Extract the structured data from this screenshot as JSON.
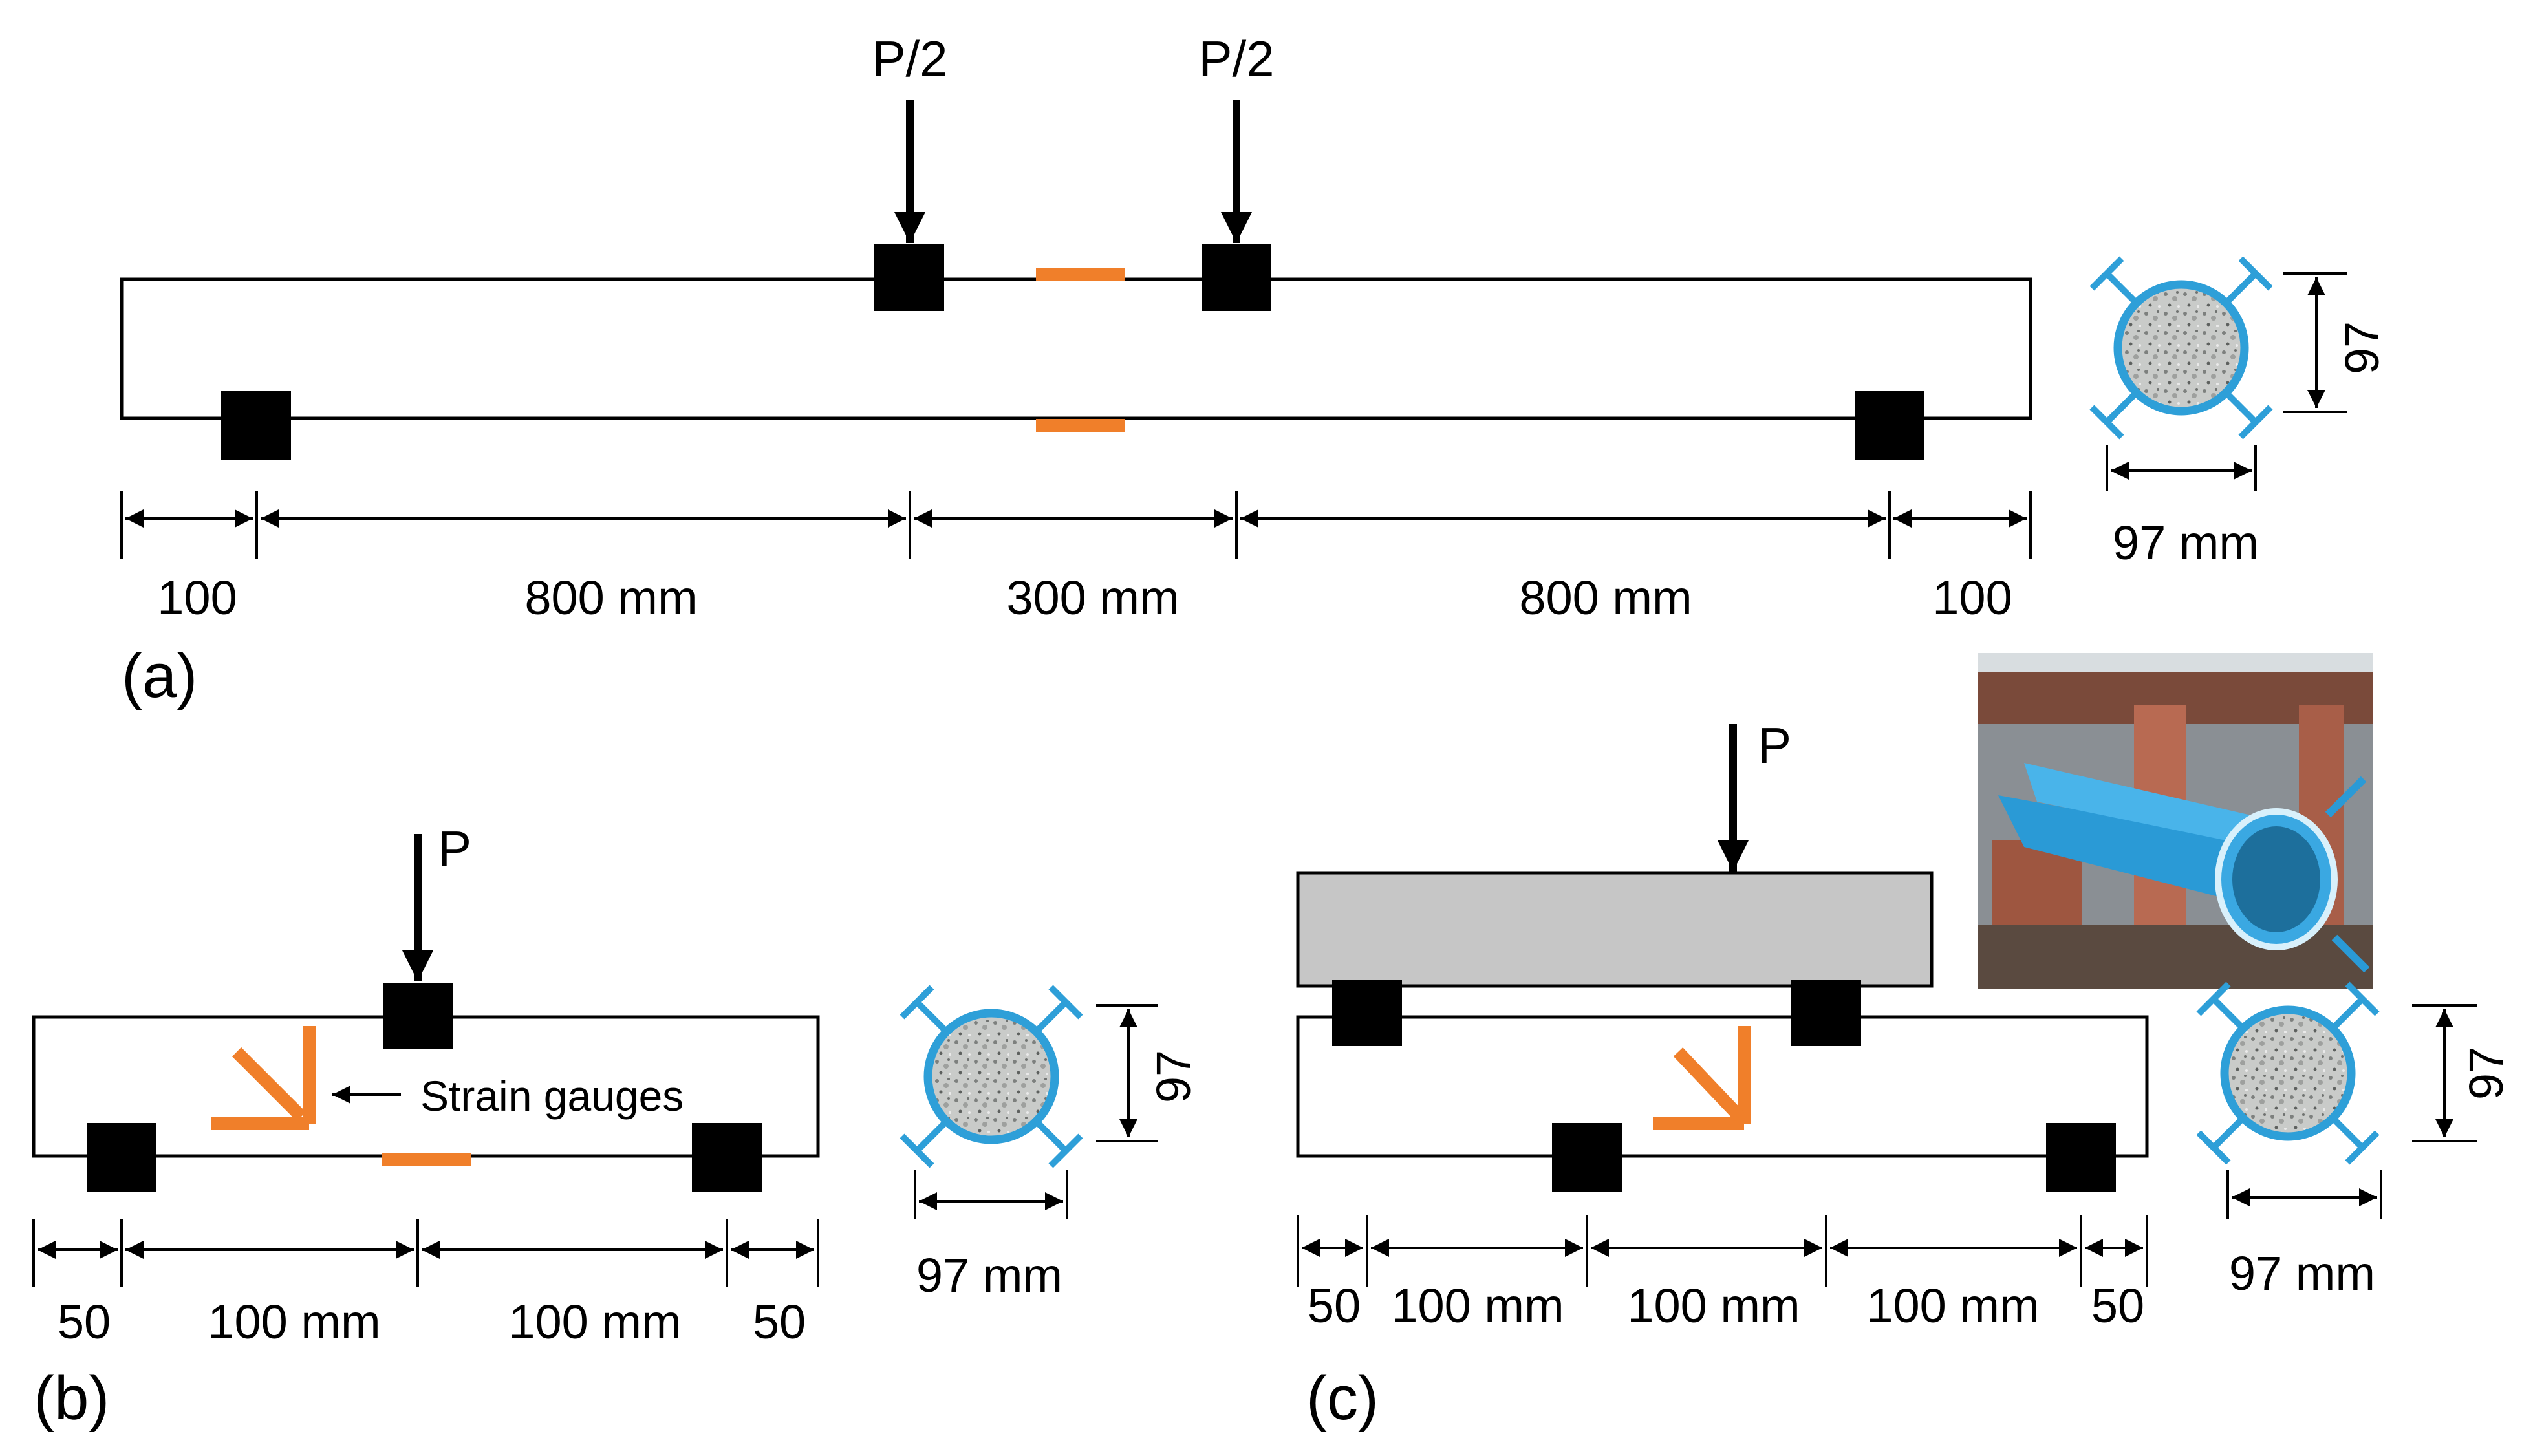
{
  "colors": {
    "line": "#000000",
    "gauge": "#f07f2a",
    "tube": "#2e9fd8",
    "core": "#c6c8c6",
    "loading_plate": "#c6c6c6"
  },
  "panel_a": {
    "label": "(a)",
    "loads": [
      "P/2",
      "P/2"
    ],
    "dims": [
      "100",
      "800 mm",
      "300 mm",
      "800 mm",
      "100"
    ],
    "section_width": "97 mm",
    "section_height": "97"
  },
  "panel_b": {
    "label": "(b)",
    "load": "P",
    "strain_gauges": "Strain gauges",
    "dims": [
      "50",
      "100 mm",
      "100 mm",
      "50"
    ],
    "section_width": "97 mm",
    "section_height": "97"
  },
  "panel_c": {
    "label": "(c)",
    "load": "P",
    "dims": [
      "50",
      "100 mm",
      "100 mm",
      "100 mm",
      "50"
    ],
    "section_width": "97 mm",
    "section_height": "97",
    "photo_icon": "photo-of-blue-gfrp-tube-specimen"
  }
}
